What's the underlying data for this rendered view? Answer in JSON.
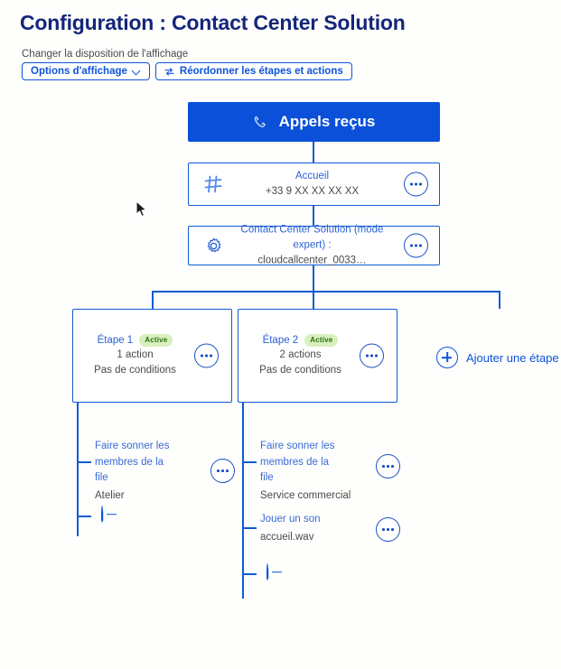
{
  "header": {
    "title": "Configuration : Contact Center Solution",
    "subtitle": "Changer la disposition de l'affichage",
    "buttons": {
      "display_options": "Options d'affichage",
      "reorder": "Réordonner les étapes et actions"
    }
  },
  "colors": {
    "brand_blue": "#0a50d8",
    "line_blue": "#0d5bd4",
    "title_navy": "#14267a",
    "badge_bg": "#d7f0bd",
    "badge_text": "#2f6d16",
    "muted_text": "#4a4a4a",
    "page_bg": "#fefefc"
  },
  "flow": {
    "entry": {
      "label": "Appels reçus",
      "icon": "phone-icon"
    },
    "nodes": [
      {
        "icon": "keypad-icon",
        "line1": "Accueil",
        "line2": "+33 9 XX XX XX XX",
        "menu": "more-options"
      },
      {
        "icon": "gear-icon",
        "line1": "Contact Center Solution (mode expert) :",
        "line2": "cloudcallcenter_0033…",
        "menu": "more-options"
      }
    ],
    "steps": [
      {
        "name": "Étape 1",
        "status": "Active",
        "actions_count": "1 action",
        "conditions": "Pas de conditions",
        "menu": "more-options",
        "actions": [
          {
            "title": "Faire sonner les membres de la file",
            "detail": "Atelier",
            "menu": "more-options"
          }
        ],
        "add_action": "add-action"
      },
      {
        "name": "Étape 2",
        "status": "Active",
        "actions_count": "2 actions",
        "conditions": "Pas de conditions",
        "menu": "more-options",
        "actions": [
          {
            "title": "Faire sonner les membres de la file",
            "detail": "Service commercial",
            "menu": "more-options"
          },
          {
            "title": "Jouer un son",
            "detail": "accueil.wav",
            "menu": "more-options"
          }
        ],
        "add_action": "add-action"
      }
    ],
    "add_step": {
      "label": "Ajouter une étape",
      "icon": "plus-circle-icon"
    }
  }
}
